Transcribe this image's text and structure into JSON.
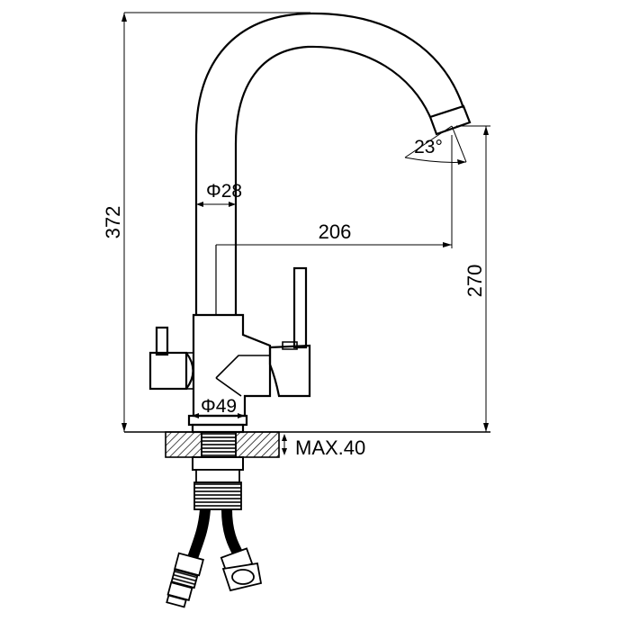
{
  "dimensions": {
    "total_height": "372",
    "spout_height": "270",
    "reach": "206",
    "spout_angle": "23°",
    "pipe_diameter": "Φ28",
    "base_diameter": "Φ49",
    "max_counter_thickness": "MAX.40"
  },
  "colors": {
    "line": "#000000",
    "background": "#ffffff"
  }
}
